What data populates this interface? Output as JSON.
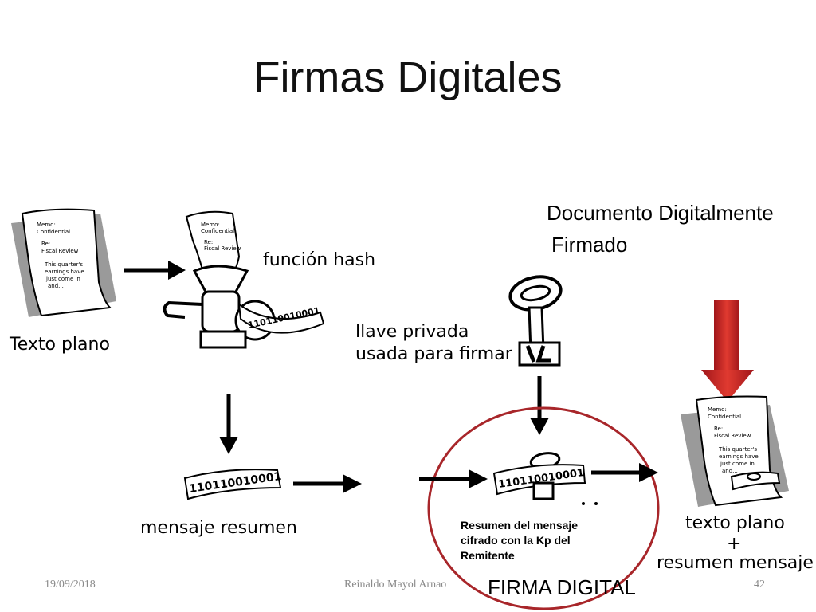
{
  "slide": {
    "title": "Firmas Digitales",
    "doc_firmado_line1": "Documento Digitalmente",
    "doc_firmado_line2": "Firmado",
    "texto_plano": "Texto plano",
    "funcion_hash": "función hash",
    "llave_line1": "llave privada",
    "llave_line2": "usada para firmar",
    "mensaje_resumen": "mensaje resumen",
    "resumen_note_line1": "Resumen del mensaje",
    "resumen_note_line2": "cifrado con la Kp del",
    "resumen_note_line3": "Remitente",
    "firma_digital": "FIRMA DIGITAL",
    "texto_plano_2": "texto plano",
    "plus": "+",
    "resumen_mensaje": "resumen mensaje",
    "memo": {
      "line1": "Memo:",
      "line2": "Confidential",
      "line3": "Re:",
      "line4": "Fiscal Review",
      "line5": "This quarter's",
      "line6": "earnings have",
      "line7": "just come in",
      "line8": "and..."
    },
    "binary": "110110010001",
    "colors": {
      "circle": "#a8262a",
      "arrow_red": "#c8201c",
      "shadow": "#9a9a9a"
    }
  },
  "footer": {
    "date": "19/09/2018",
    "author": "Reinaldo Mayol Arnao",
    "page": "42"
  }
}
